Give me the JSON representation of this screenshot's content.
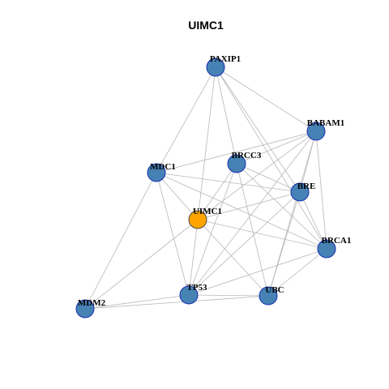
{
  "graph": {
    "title": "UIMC1",
    "colors": {
      "node_fill": "#4682b4",
      "node_stroke": "#1a2fb5",
      "focus_fill": "#ffa500",
      "focus_stroke": "#4a4a4a",
      "edge": "#b8b8b8"
    },
    "nodes": [
      {
        "id": "PAXIP1",
        "label": "PAXIP1",
        "focus": false
      },
      {
        "id": "BABAM1",
        "label": "BABAM1",
        "focus": false
      },
      {
        "id": "MDC1",
        "label": "MDC1",
        "focus": false
      },
      {
        "id": "BRCC3",
        "label": "BRCC3",
        "focus": false
      },
      {
        "id": "BRE",
        "label": "BRE",
        "focus": false
      },
      {
        "id": "UIMC1",
        "label": "UIMC1",
        "focus": true
      },
      {
        "id": "BRCA1",
        "label": "BRCA1",
        "focus": false
      },
      {
        "id": "TP53",
        "label": "TP53",
        "focus": false
      },
      {
        "id": "UBC",
        "label": "UBC",
        "focus": false
      },
      {
        "id": "MDM2",
        "label": "MDM2",
        "focus": false
      }
    ],
    "edges": [
      [
        "PAXIP1",
        "MDC1"
      ],
      [
        "PAXIP1",
        "BRCC3"
      ],
      [
        "PAXIP1",
        "UIMC1"
      ],
      [
        "PAXIP1",
        "BRE"
      ],
      [
        "PAXIP1",
        "BABAM1"
      ],
      [
        "PAXIP1",
        "BRCA1"
      ],
      [
        "BABAM1",
        "MDC1"
      ],
      [
        "BABAM1",
        "BRCC3"
      ],
      [
        "BABAM1",
        "UIMC1"
      ],
      [
        "BABAM1",
        "BRE"
      ],
      [
        "BABAM1",
        "BRCA1"
      ],
      [
        "BABAM1",
        "TP53"
      ],
      [
        "BABAM1",
        "UBC"
      ],
      [
        "MDC1",
        "BRE"
      ],
      [
        "MDC1",
        "UIMC1"
      ],
      [
        "MDC1",
        "BRCA1"
      ],
      [
        "MDC1",
        "TP53"
      ],
      [
        "MDC1",
        "MDM2"
      ],
      [
        "BRCC3",
        "UIMC1"
      ],
      [
        "BRCC3",
        "BRE"
      ],
      [
        "BRCC3",
        "TP53"
      ],
      [
        "BRCC3",
        "UBC"
      ],
      [
        "BRCC3",
        "BRCA1"
      ],
      [
        "BRE",
        "UIMC1"
      ],
      [
        "BRE",
        "BRCA1"
      ],
      [
        "BRE",
        "UBC"
      ],
      [
        "BRE",
        "TP53"
      ],
      [
        "UIMC1",
        "BRCA1"
      ],
      [
        "UIMC1",
        "TP53"
      ],
      [
        "UIMC1",
        "UBC"
      ],
      [
        "BRCA1",
        "TP53"
      ],
      [
        "BRCA1",
        "UBC"
      ],
      [
        "TP53",
        "UBC"
      ],
      [
        "TP53",
        "MDM2"
      ],
      [
        "UBC",
        "MDM2"
      ],
      [
        "MDM2",
        "UIMC1"
      ]
    ]
  }
}
